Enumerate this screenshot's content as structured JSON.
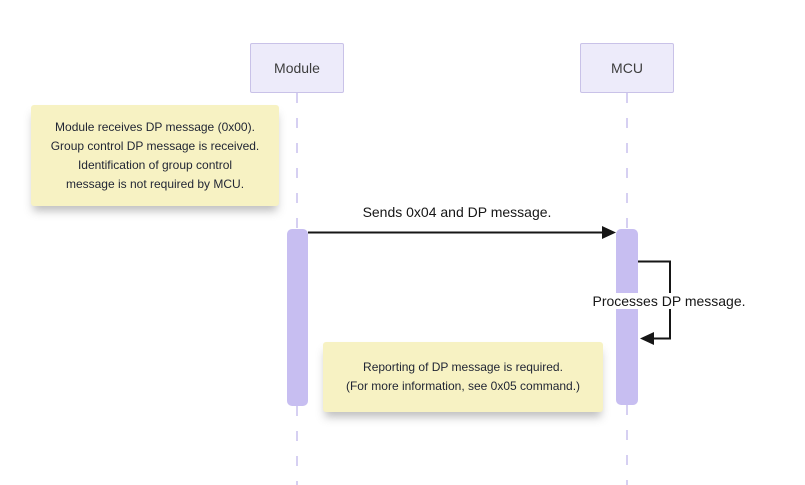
{
  "diagram": {
    "type": "sequence-diagram",
    "actors": [
      {
        "id": "module",
        "label": "Module"
      },
      {
        "id": "mcu",
        "label": "MCU"
      }
    ],
    "messages": [
      {
        "from": "module",
        "to": "mcu",
        "style": "solid-arrow",
        "label": "Sends 0x04 and DP message."
      },
      {
        "from": "mcu",
        "to": "mcu",
        "style": "self-arrow",
        "label": "Processes DP message."
      }
    ],
    "notes": [
      {
        "text": "Module receives DP message (0x00).\nGroup control DP message is received.\nIdentification of group control\nmessage is not required by MCU."
      },
      {
        "text": "Reporting of DP message is required.\n(For more information, see 0x05 command.)"
      }
    ]
  },
  "colors": {
    "background": "#ffffff",
    "actor_fill": "#edebfa",
    "actor_border": "#c9c2e8",
    "activation_fill": "#c7bef1",
    "lifeline": "#d6d0f2",
    "note_fill": "#f7f2c3",
    "note_text": "#1f2433",
    "message_color": "#161616"
  }
}
